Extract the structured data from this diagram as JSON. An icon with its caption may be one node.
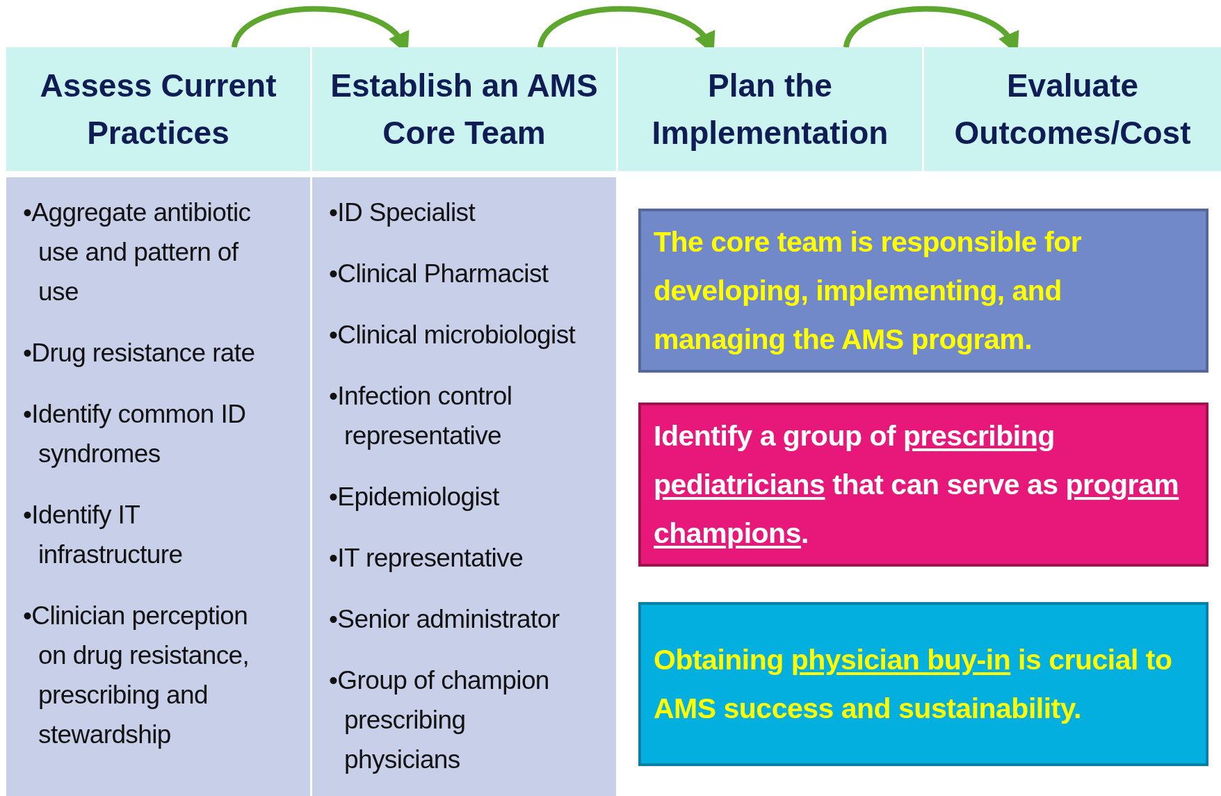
{
  "diagram": {
    "nodes": [
      {
        "text": [
          "Assess Current Practices"
        ]
      },
      {
        "text": [
          "Establish an AMS Core Team"
        ]
      },
      {
        "text": [
          "Plan the Implementation"
        ]
      },
      {
        "text": [
          "Evaluate Outcomes/Cost"
        ]
      },
      {
        "text": [
          "•Aggregate antibiotic use and pattern of use",
          "•Drug resistance rate",
          "•Identify common ID syndromes",
          "•Identify IT infrastructure",
          "•Clinician perception on drug resistance, prescribing and stewardship"
        ]
      },
      {
        "text": [
          "•ID Specialist",
          "•Clinical Pharmacist",
          "•Clinical microbiologist",
          "•Infection control representative",
          "•Epidemiologist",
          "•IT representative",
          "•Senior administrator",
          "•Group of champion prescribing physicians"
        ]
      },
      {
        "text": [
          "The core team is responsible for developing, implementing, and managing the AMS program."
        ]
      },
      {
        "text": [
          "Identify a group of *prescribing pediatricians* that can serve as *program champions*."
        ]
      },
      {
        "text": [
          "Obtaining *physician buy-in* is crucial to AMS success and sustainability."
        ]
      }
    ],
    "edges": [
      {
        "from": 0,
        "to": 1,
        "arrow": "to"
      },
      {
        "from": 1,
        "to": 2,
        "arrow": "to"
      },
      {
        "from": 2,
        "to": 3,
        "arrow": "to"
      }
    ]
  }
}
